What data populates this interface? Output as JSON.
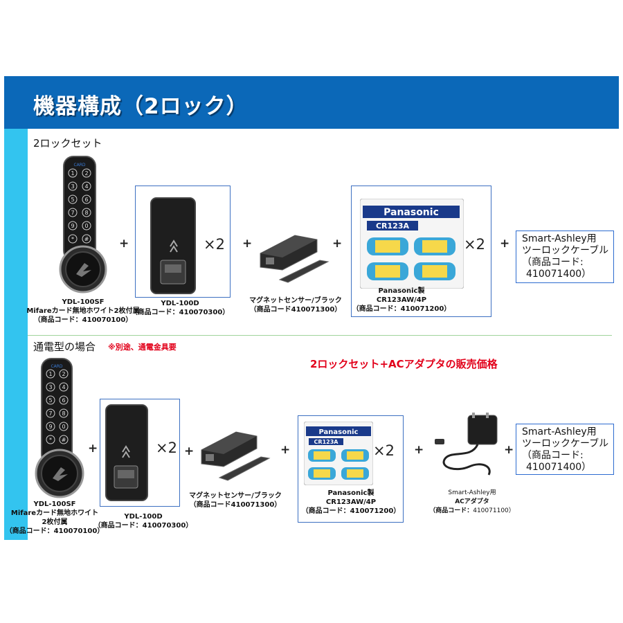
{
  "header": {
    "title": "機器構成（2ロック）"
  },
  "section1": {
    "label": "2ロックセット",
    "lock": {
      "model": "YDL-100SF",
      "desc": "Mifareカード無地ホワイト2枚付属",
      "code": "（商品コード：410070100）",
      "card_text": "CARD"
    },
    "door_unit": {
      "model": "YDL-100D",
      "code": "（商品コード：410070300）",
      "qty": "×2"
    },
    "sensor": {
      "name": "マグネットセンサー/ブラック",
      "code": "（商品コード410071300）"
    },
    "battery": {
      "maker": "Panasonic製",
      "model": "CR123AW/4P",
      "code": "（商品コード：410071200）",
      "qty": "×2",
      "brand": "Panasonic",
      "cell": "CR123A"
    },
    "cable": {
      "line1": "Smart-Ashley用",
      "line2": "ツーロックケーブル",
      "line3": "（商品コード:",
      "line4": "410071400）"
    },
    "plus": "+"
  },
  "section2": {
    "label": "通電型の場合",
    "note": "※別途、通電金具要",
    "price_note": "2ロックセット+ACアダプタの販売価格",
    "lock": {
      "model": "YDL-100SF",
      "desc1": "Mifareカード無地ホワイト",
      "desc2": "2枚付属",
      "code": "（商品コード：410070100）",
      "card_text": "CARD"
    },
    "door_unit": {
      "model": "YDL-100D",
      "code": "（商品コード：410070300）",
      "qty": "×2"
    },
    "sensor": {
      "name": "マグネットセンサー/ブラック",
      "code": "（商品コード410071300）"
    },
    "battery": {
      "maker": "Panasonic製",
      "model": "CR123AW/4P",
      "code": "（商品コード：410071200）",
      "qty": "×2",
      "brand": "Panasonic",
      "cell": "CR123A"
    },
    "adapter": {
      "line1": "Smart-Ashley用",
      "line2": "ACアダプタ",
      "code_label": "（商品コード：",
      "code_value": "410071100）"
    },
    "cable": {
      "line1": "Smart-Ashley用",
      "line2": "ツーロックケーブル",
      "line3": "（商品コード:",
      "line4": "410071400）"
    },
    "plus": "+"
  },
  "keypad": [
    "1",
    "2",
    "3",
    "4",
    "5",
    "6",
    "7",
    "8",
    "9",
    "0",
    "*",
    "#"
  ]
}
